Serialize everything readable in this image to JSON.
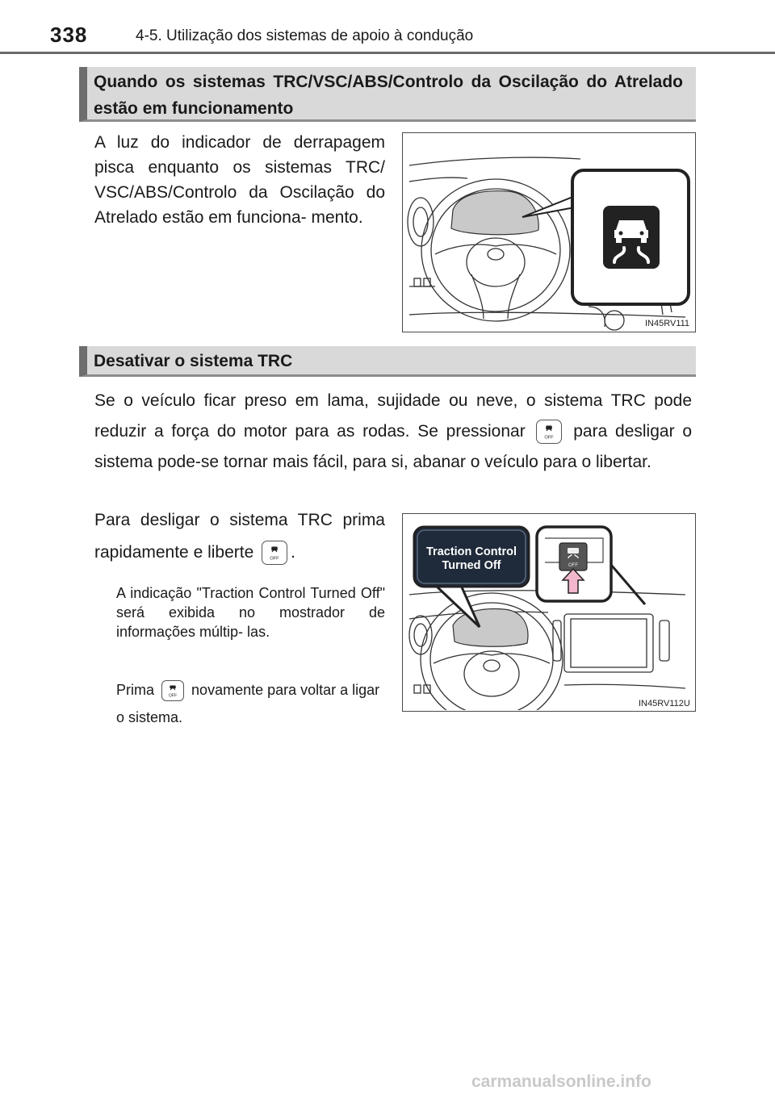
{
  "header": {
    "page_number": "338",
    "chapter_title": "4-5. Utilização dos sistemas de apoio à condução"
  },
  "section1": {
    "title": "Quando os sistemas TRC/VSC/ABS/Controlo da Oscilação do Atrelado estão em funcionamento",
    "body": "A luz do indicador de derrapagem pisca enquanto os sistemas TRC/ VSC/ABS/Controlo da Oscilação do Atrelado estão em funciona- mento.",
    "figure_code": "IN45RV111"
  },
  "section2": {
    "title": "Desativar o sistema TRC",
    "body_part1": "Se o veículo ficar preso em lama, sujidade ou neve, o sistema TRC pode reduzir a força do motor para as rodas. Se pressionar",
    "body_part2": "para desligar o sistema pode-se tornar mais fácil, para si, abanar o veículo para o libertar.",
    "step_part1": "Para desligar o sistema TRC prima rapidamente e liberte",
    "step_part2": ".",
    "note1": "A indicação \"Traction Control Turned Off\" será exibida no mostrador de informações múltip- las.",
    "note2_part1": "Prima",
    "note2_part2": "novamente para voltar a ligar o sistema.",
    "display_message_line1": "Traction Control",
    "display_message_line2": "Turned Off",
    "figure_code": "IN45RV112U"
  },
  "icons": {
    "slip_indicator": "slip-indicator-icon",
    "trc_off_switch": "trc-off-switch-icon",
    "switch_label": "OFF"
  },
  "colors": {
    "section_bar": "#d9d9d9",
    "section_bar_accent": "#6e6e6e",
    "callout_dark": "#1f2a3a",
    "arrow_pink": "#f2b7cc"
  },
  "watermark": "carmanualsonline.info"
}
